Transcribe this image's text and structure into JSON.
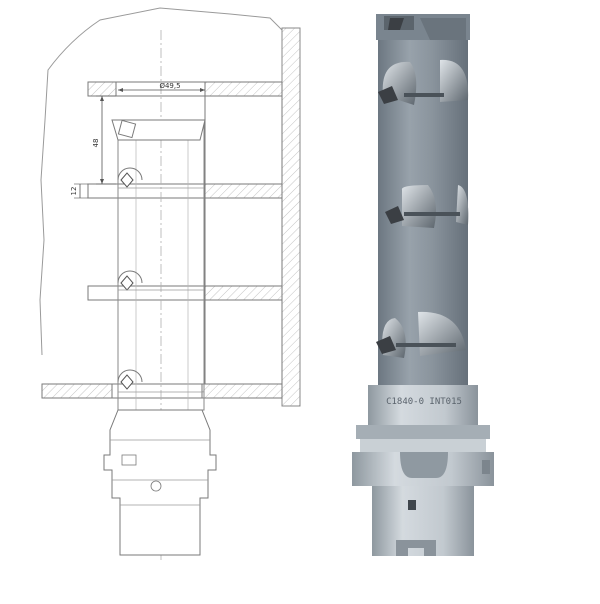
{
  "drawing": {
    "dim_diameter": "Ø49,5",
    "dim_pitch": "48",
    "dim_width": "12"
  },
  "tool": {
    "engraving": "C1840-0 INT015"
  },
  "colors": {
    "line": "#7a7a7a",
    "hatch": "#bdbdbd",
    "steel_dark": "#6f7a84",
    "steel_mid": "#8c969f",
    "steel_light": "#b8c1c8",
    "insert_dark": "#3b3f44"
  }
}
